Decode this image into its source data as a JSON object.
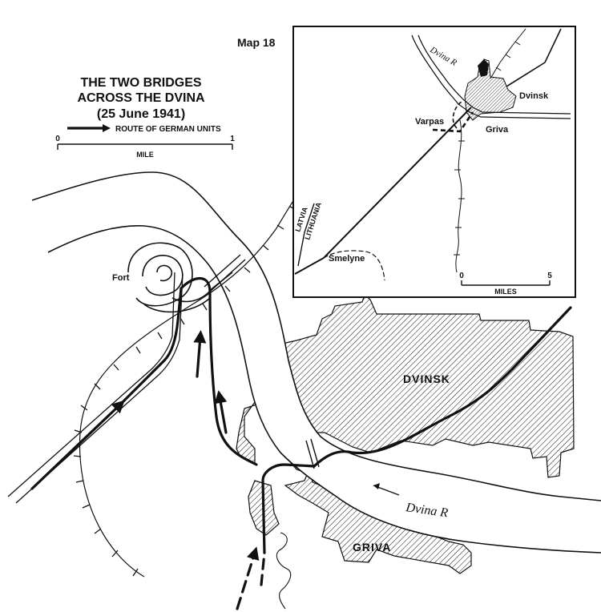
{
  "map_number": "Map 18",
  "title": {
    "line1": "THE TWO BRIDGES",
    "line2": "ACROSS THE DVINA",
    "line3": "(25 June 1941)"
  },
  "legend": {
    "route_label": "ROUTE OF GERMAN UNITS"
  },
  "scale_main": {
    "start": "0",
    "end": "1",
    "unit": "MILE"
  },
  "main_map": {
    "fort_label": "Fort",
    "dvinsk_label": "DVINSK",
    "griva_label": "GRIVA",
    "river_label": "Dvina R"
  },
  "inset": {
    "river_label": "Dvina R",
    "dvinsk": "Dvinsk",
    "varpas": "Varpas",
    "griva": "Griva",
    "latvia": "LATVIA",
    "lithuania": "LITHUANIA",
    "smelyne": "Smelyne",
    "scale": {
      "start": "0",
      "end": "5",
      "unit": "MILES"
    }
  },
  "colors": {
    "ink": "#111111",
    "paper": "#ffffff"
  }
}
